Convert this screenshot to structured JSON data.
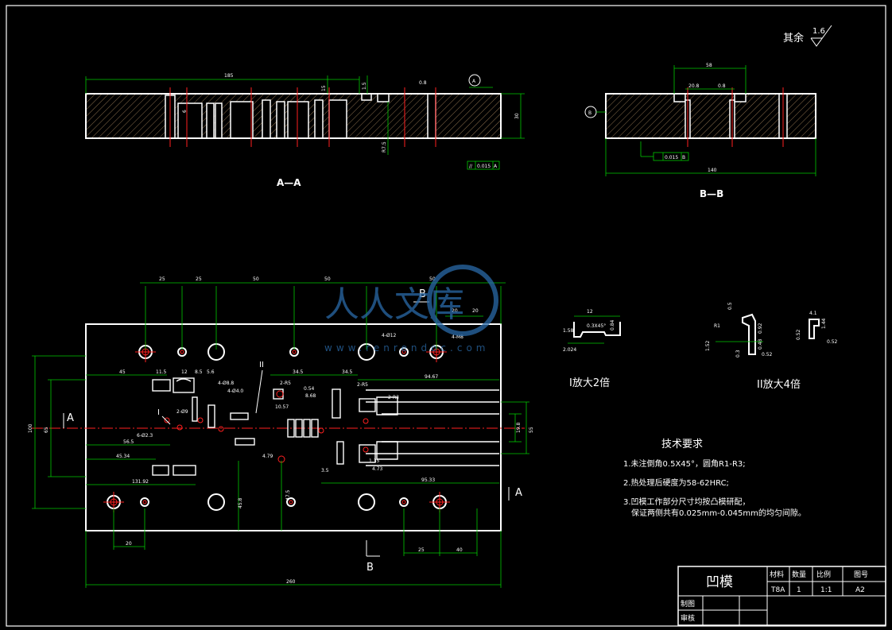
{
  "surface_finish": {
    "label": "其余",
    "value": "1.6"
  },
  "section_aa": {
    "label": "A—A",
    "dims": [
      "185",
      "15",
      "1.5",
      "6",
      "0.8",
      "30",
      "R7.5"
    ],
    "tolerance": [
      "//",
      "0.015",
      "A"
    ],
    "datum": "A"
  },
  "section_bb": {
    "label": "B—B",
    "dims": [
      "58",
      "20.8",
      "0.8",
      "140"
    ],
    "tolerance": [
      "0.015",
      "B"
    ],
    "datum": "B"
  },
  "detail_1": {
    "label": "I放大2倍",
    "dims": [
      "12",
      "0.3X45°",
      "0.84",
      "1.58",
      "2.024"
    ]
  },
  "detail_2": {
    "label": "II放大4倍",
    "dims": [
      "R1",
      "0.5",
      "0.92",
      "0.48",
      "0.52",
      "1.52",
      "0.3",
      "4.1",
      "1.44",
      "0.52",
      "0.52"
    ]
  },
  "plan_view": {
    "top_dims": [
      "25",
      "25",
      "50",
      "50",
      "50",
      "20",
      "20"
    ],
    "bottom_dims": [
      "20",
      "25",
      "40",
      "260"
    ],
    "left_dims": [
      "100",
      "65"
    ],
    "right_dims": [
      "55",
      "19.8"
    ],
    "row_dims": [
      "45",
      "11.5",
      "12",
      "8.5",
      "5.6",
      "34.5",
      "34.5",
      "94.67",
      "56.5",
      "45.34",
      "131.92",
      "95.33"
    ],
    "hole_labels": [
      "4-Ø12",
      "4-M8",
      "4-Ø8.8",
      "4-Ø4.0",
      "2-Ø9",
      "6-Ø2.3",
      "2-R5",
      "2-R3",
      "2-R5"
    ],
    "vert_dims": [
      "45.8",
      "47.5"
    ],
    "misc_dims": [
      "8.68",
      "10.57",
      "0.54",
      "4.79",
      "3.5",
      "4.73",
      "1.35"
    ],
    "section_marks": [
      "A",
      "A",
      "B",
      "B"
    ],
    "detail_marks": [
      "I",
      "II"
    ]
  },
  "tech_requirements": {
    "title": "技术要求",
    "items": [
      "1.未注倒角0.5X45°，圆角R1-R3;",
      "2.热处理后硬度为58-62HRC;",
      "3.凹模工作部分尺寸均按凸模研配，",
      "保证两侧共有0.025mm-0.045mm的均匀间隙。"
    ]
  },
  "title_block": {
    "part_name": "凹模",
    "headers": [
      "材料",
      "数量",
      "比例",
      "图号"
    ],
    "values": [
      "T8A",
      "1",
      "1:1",
      "A2"
    ],
    "drawn_label": "制图",
    "checked_label": "审核"
  },
  "watermark": {
    "text": "人人文库",
    "url": "www.renrendoc.com"
  }
}
